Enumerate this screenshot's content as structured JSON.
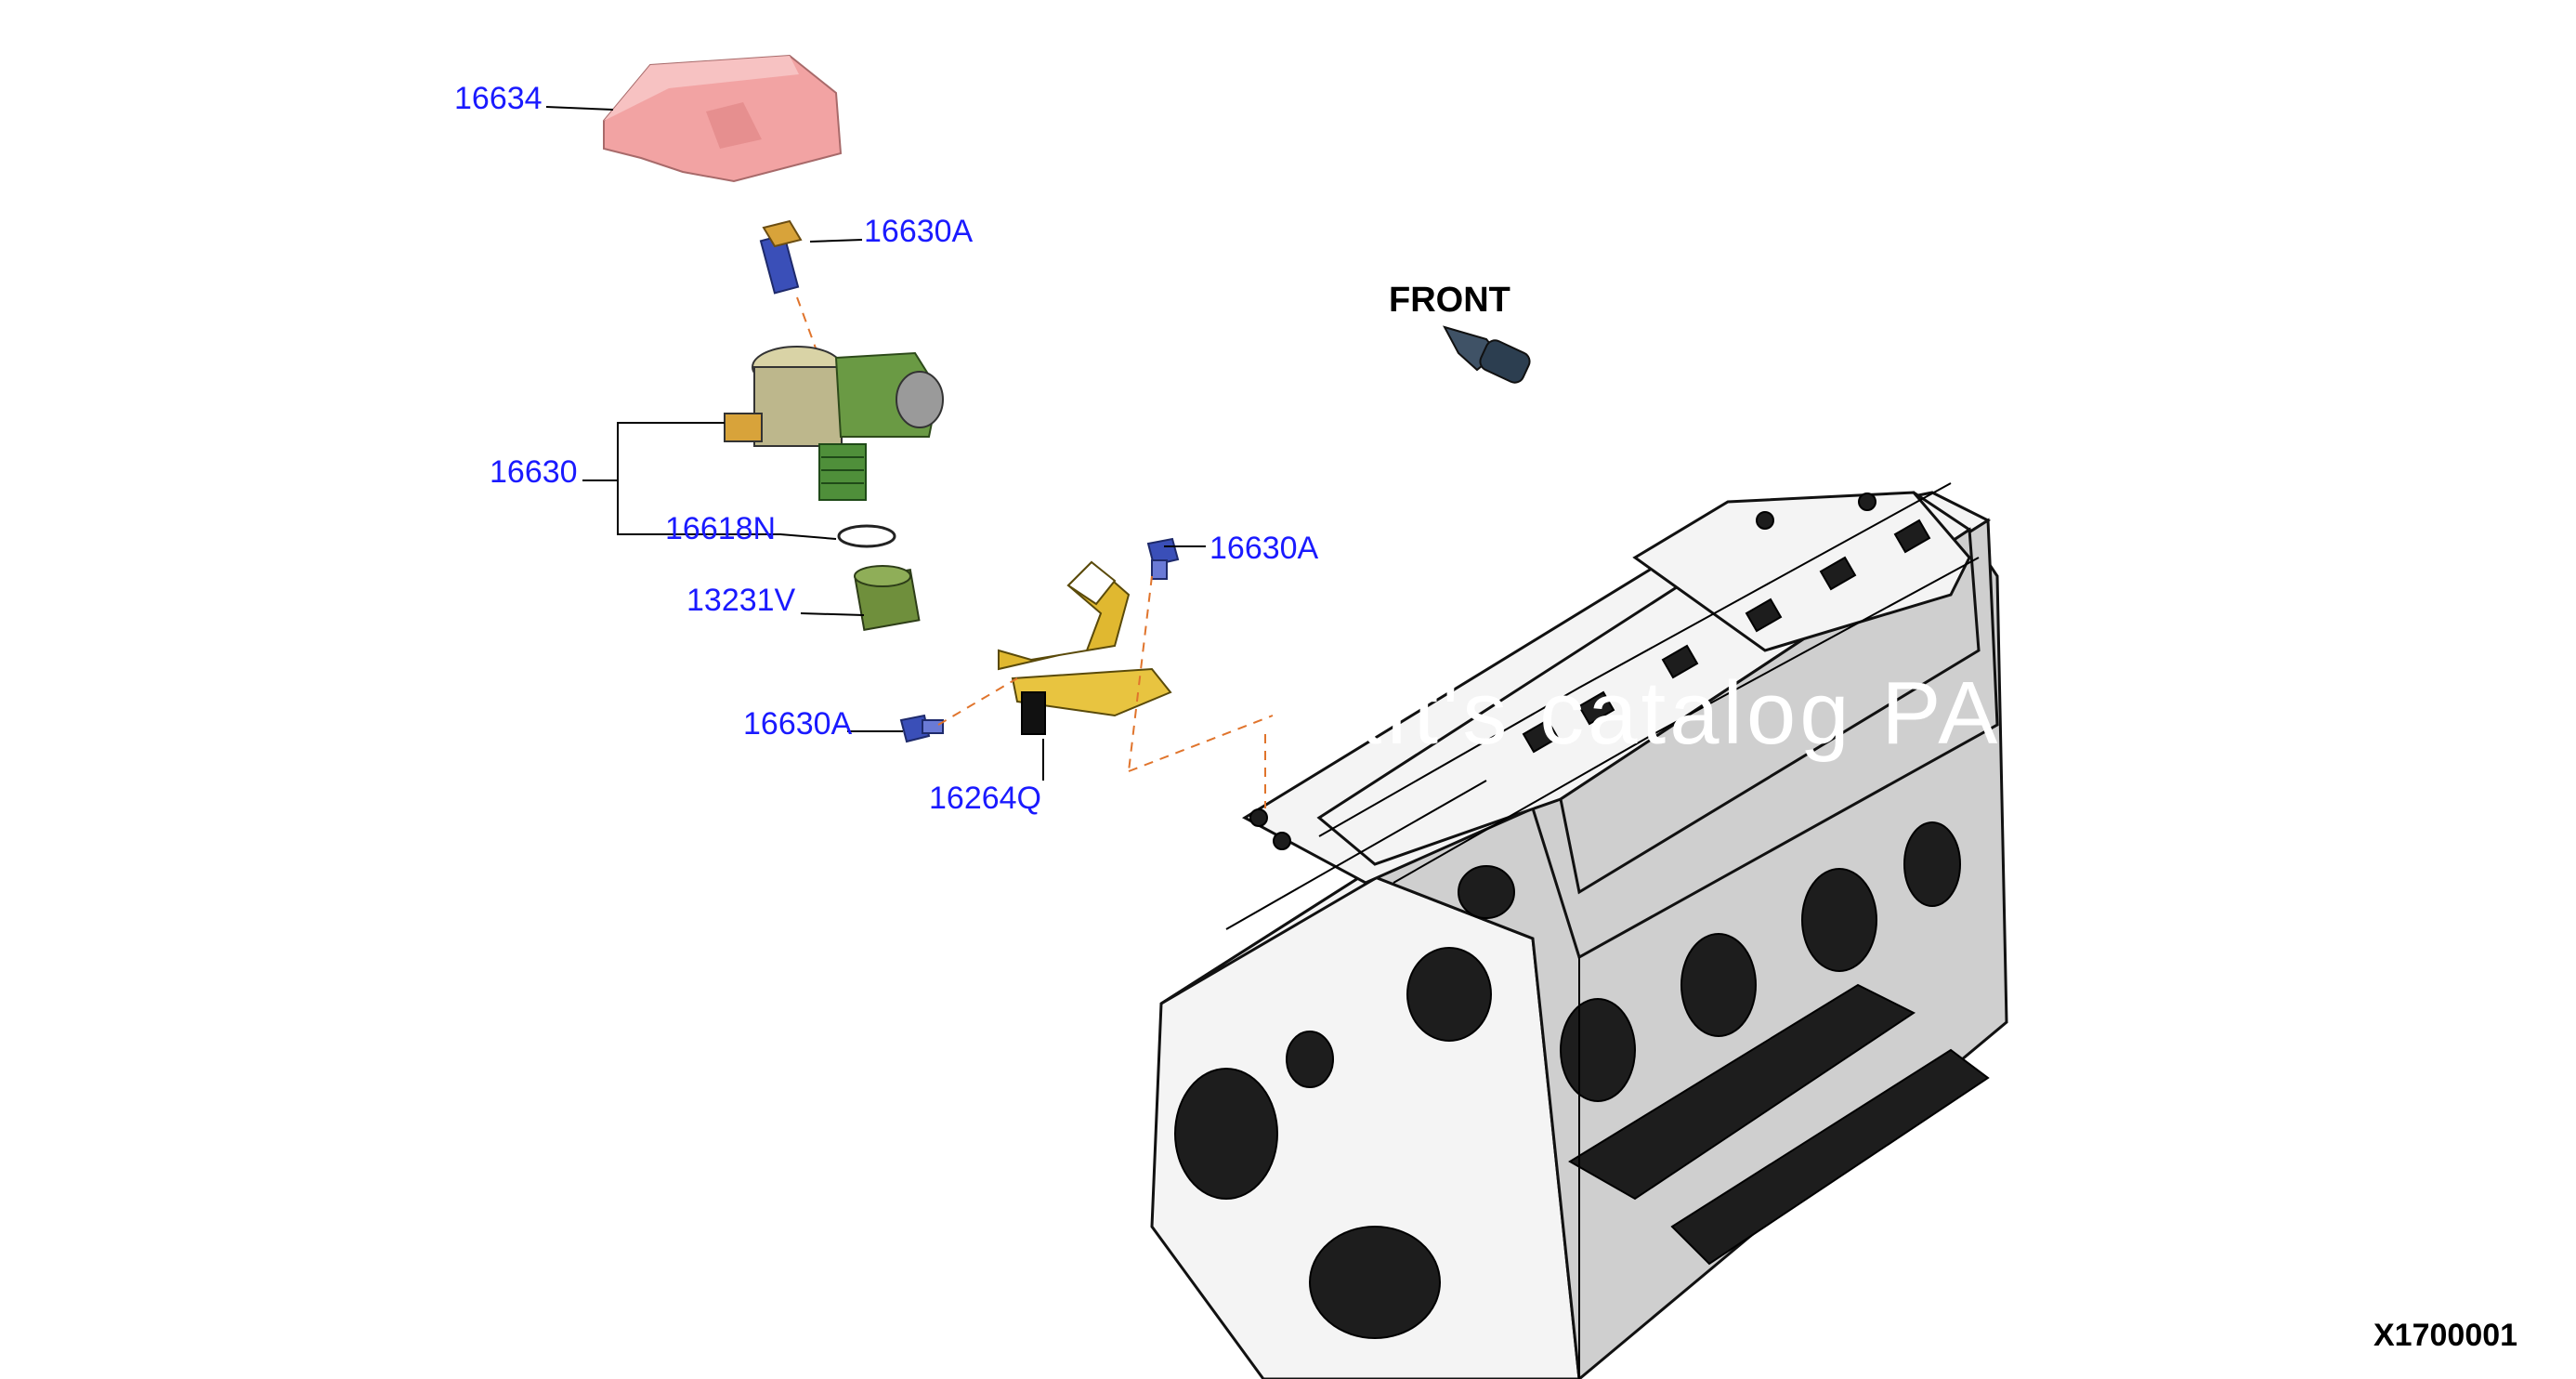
{
  "diagram": {
    "callouts": [
      {
        "id": "c1",
        "text": "16634"
      },
      {
        "id": "c2",
        "text": "16630A"
      },
      {
        "id": "c3",
        "text": "16630"
      },
      {
        "id": "c4",
        "text": "16618N"
      },
      {
        "id": "c5",
        "text": "13231V"
      },
      {
        "id": "c6",
        "text": "16630A"
      },
      {
        "id": "c7",
        "text": "16264Q"
      },
      {
        "id": "c8",
        "text": "16630A"
      }
    ],
    "front_label": "FRONT",
    "drawing_code": "X1700001",
    "watermark": "Motorcraft's catalog PARTS",
    "colors": {
      "callout_text": "#1a1aff",
      "cover": "#f2a3a3",
      "bolt": "#3a4fb8",
      "pump": "#c9c49a",
      "pump_green": "#5a8f3a",
      "tappet": "#6f8f3c",
      "bracket": "#e0b830",
      "dashed_line": "#e0742c",
      "engine_fill": "#f4f4f4",
      "engine_outline": "#111111"
    }
  }
}
